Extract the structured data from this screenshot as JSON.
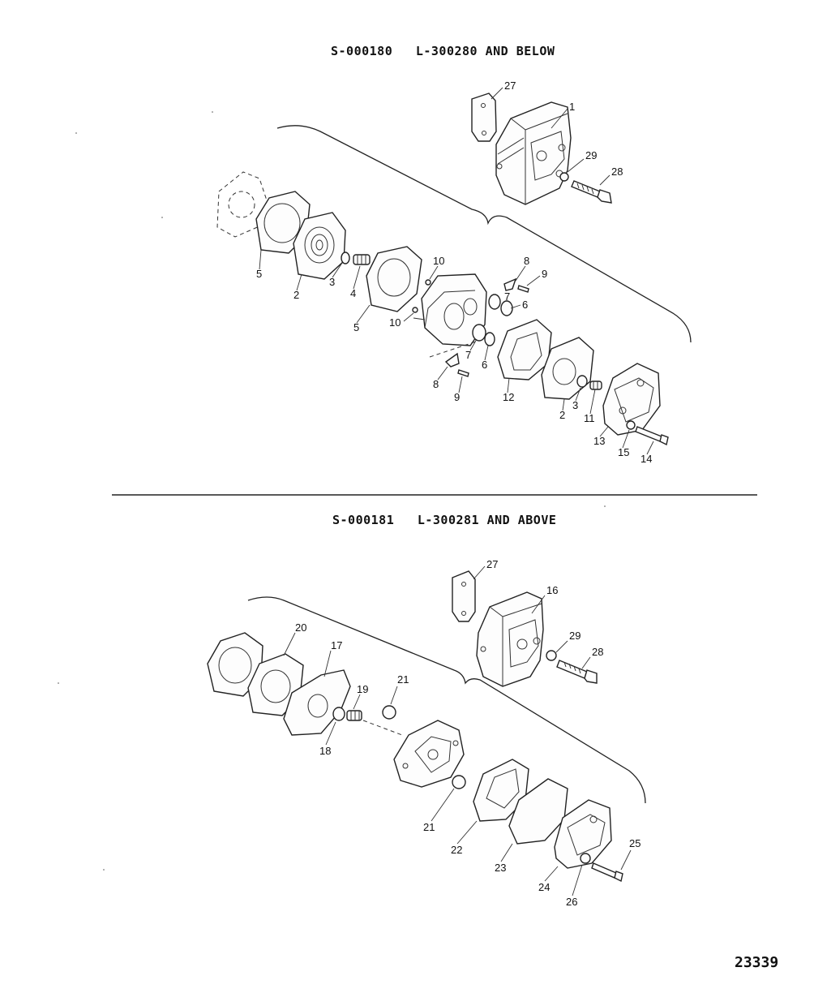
{
  "sections": {
    "top": {
      "title": "S-000180   L-300280 AND BELOW"
    },
    "bottom": {
      "title": "S-000181   L-300281 AND ABOVE"
    }
  },
  "figure_number": "23339",
  "callouts_top": [
    "27",
    "1",
    "29",
    "28",
    "10",
    "8",
    "9",
    "5",
    "2",
    "3",
    "4",
    "7",
    "6",
    "5",
    "10",
    "7",
    "6",
    "8",
    "9",
    "12",
    "2",
    "3",
    "11",
    "13",
    "15",
    "14"
  ],
  "callouts_bottom": [
    "27",
    "16",
    "29",
    "28",
    "20",
    "17",
    "19",
    "21",
    "18",
    "21",
    "22",
    "23",
    "24",
    "26",
    "25"
  ]
}
